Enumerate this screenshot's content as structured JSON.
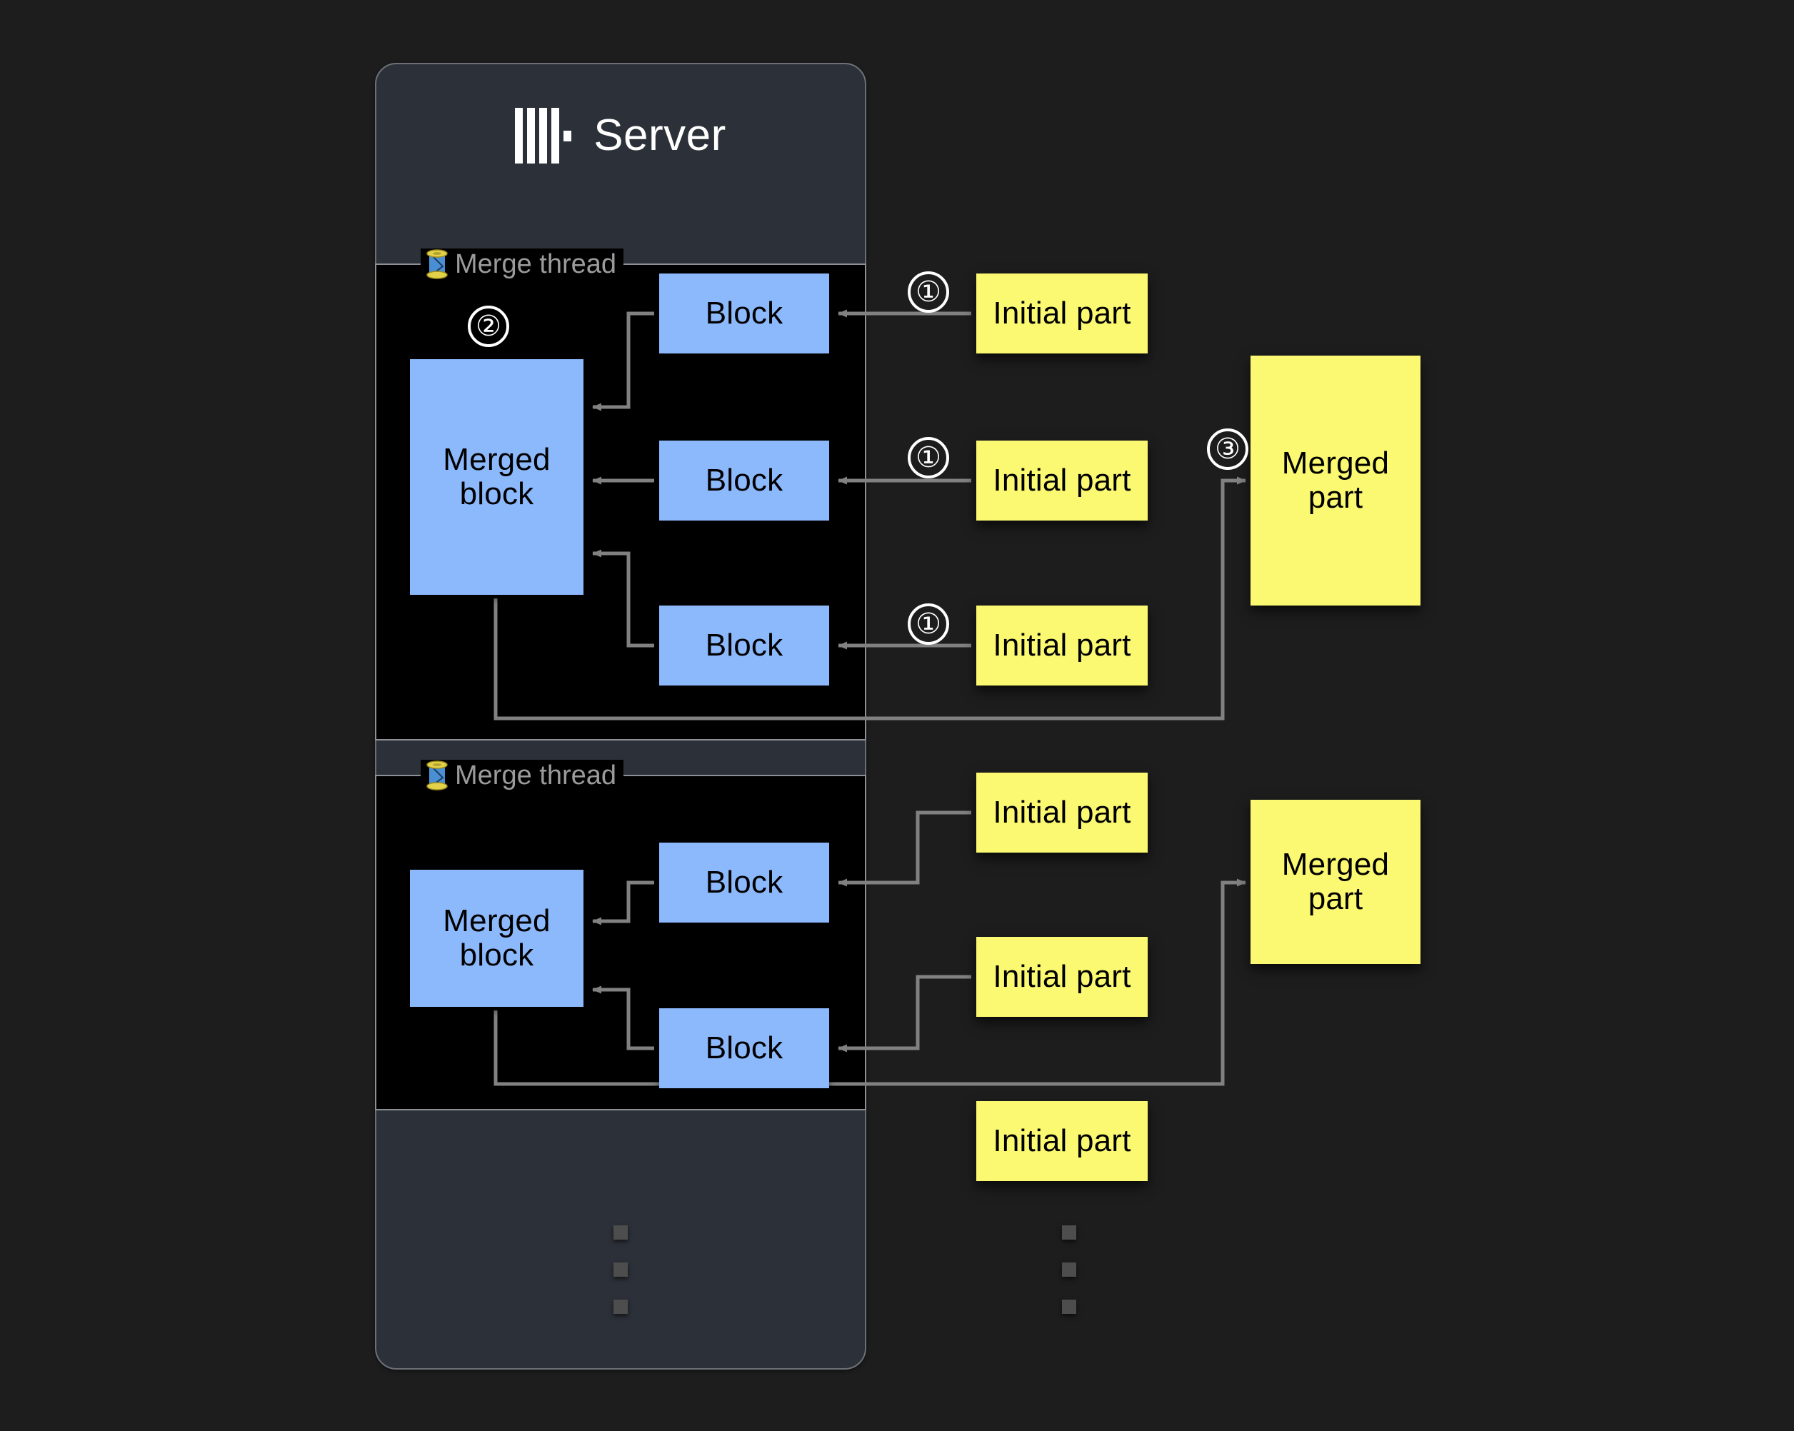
{
  "server": {
    "title": "Server",
    "logo_icon": "clickhouse-logo-icon"
  },
  "merge_threads": [
    {
      "label": "Merge thread",
      "icon": "thread-spool-icon",
      "merged_block_label": "Merged block",
      "blocks": [
        "Block",
        "Block",
        "Block"
      ],
      "step_marker": "②"
    },
    {
      "label": "Merge thread",
      "icon": "thread-spool-icon",
      "merged_block_label": "Merged block",
      "blocks": [
        "Block",
        "Block"
      ],
      "step_marker": ""
    }
  ],
  "initial_parts": [
    {
      "label": "Initial part",
      "step_marker": "①"
    },
    {
      "label": "Initial part",
      "step_marker": "①"
    },
    {
      "label": "Initial part",
      "step_marker": "①"
    },
    {
      "label": "Initial part",
      "step_marker": ""
    },
    {
      "label": "Initial part",
      "step_marker": ""
    },
    {
      "label": "Initial part",
      "step_marker": ""
    }
  ],
  "merged_parts": [
    {
      "label": "Merged part",
      "step_marker": "③"
    },
    {
      "label": "Merged part",
      "step_marker": ""
    }
  ],
  "ellipsis": {
    "server_dots": 3,
    "parts_dots": 3
  },
  "colors": {
    "background": "#1d1d1d",
    "card": "#2c3038",
    "card_border": "#6d7177",
    "panel_fill": "#000000",
    "panel_border": "#8d9196",
    "block": "#8cb8fc",
    "part": "#fbf871",
    "arrow": "#818181",
    "label_text": "#9b9b9b",
    "title_text": "#ffffff"
  }
}
